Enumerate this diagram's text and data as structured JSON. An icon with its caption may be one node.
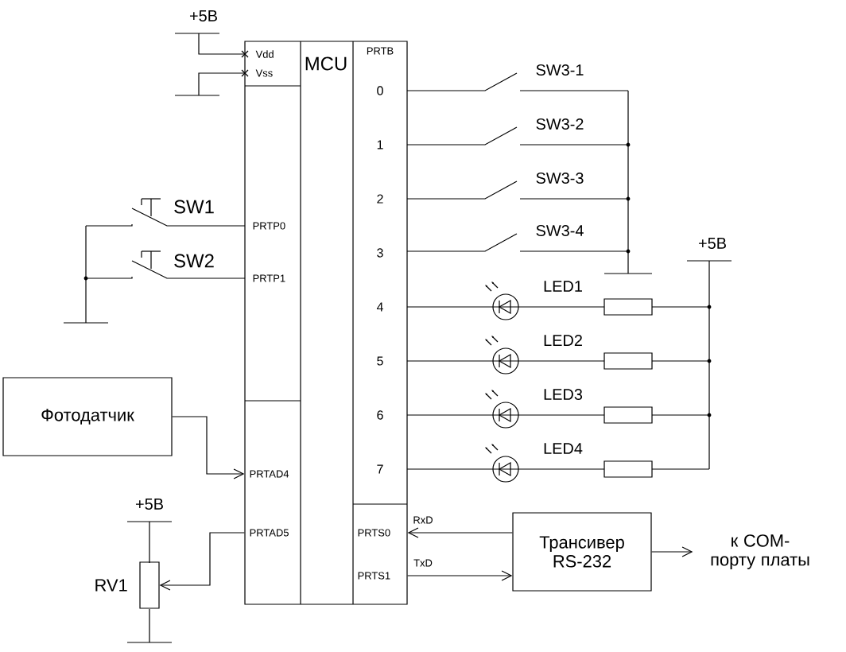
{
  "diagram": {
    "nodes": [
      {
        "text": [
          "Vdd",
          "Vss",
          "MCU",
          "PRTB",
          "0",
          "1",
          "2",
          "3",
          "4",
          "5",
          "6",
          "7",
          "PRTP0",
          "PRTP1",
          "PRTAD4",
          "PRTAD5",
          "PRTS0",
          "PRTS1"
        ]
      },
      {
        "text": [
          "Фотодатчик"
        ]
      },
      {
        "text": [
          "Трансивер RS-232"
        ]
      },
      {
        "text": [],
        "shape": "box",
        "beside": [
          "RV1"
        ]
      },
      {
        "text": [
          "к COM-порту платы"
        ]
      }
    ],
    "edges": [
      {
        "from": 1,
        "to": 0,
        "arrow": "to"
      },
      {
        "from": 0,
        "to": 3,
        "arrow": "to"
      },
      {
        "from": 2,
        "to": 0,
        "arrow": "to",
        "label": "RxD"
      },
      {
        "from": 0,
        "to": 2,
        "arrow": "to",
        "label": "TxD"
      },
      {
        "from": 2,
        "to": 4,
        "arrow": "to"
      }
    ],
    "labels": [
      "+5В",
      "SW3-1",
      "SW3-2",
      "SW3-3",
      "SW1",
      "SW3-4",
      "+5В",
      "SW2",
      "LED1",
      "LED2",
      "LED3",
      "LED4",
      "+5В"
    ]
  }
}
